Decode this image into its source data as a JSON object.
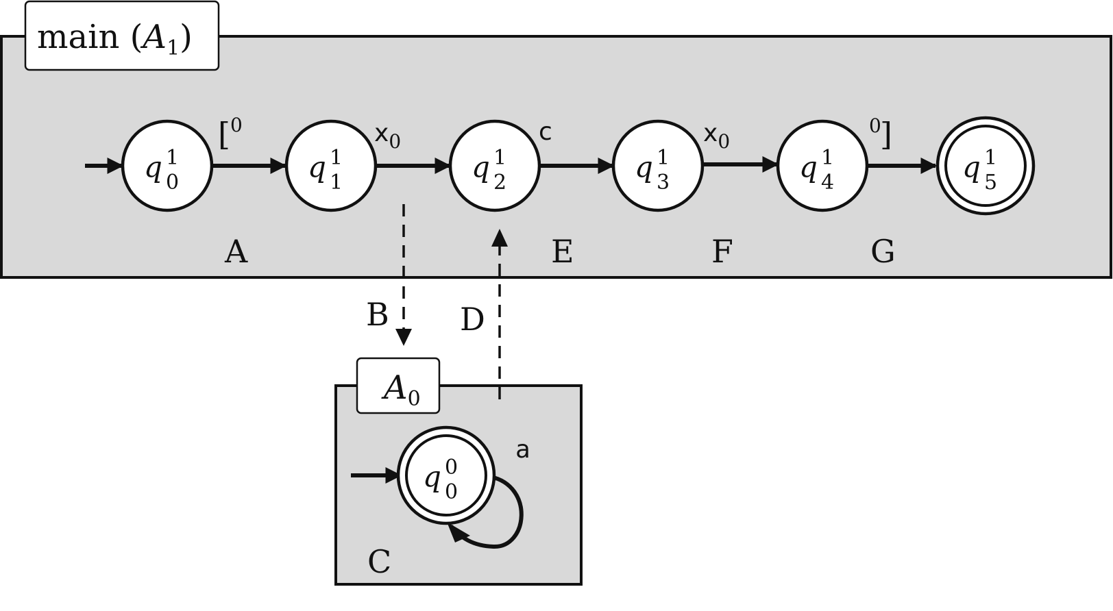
{
  "main_box": {
    "title_text": "main (",
    "title_var": "A",
    "title_sub": "1",
    "title_close": ")"
  },
  "sub_box": {
    "title_var": "A",
    "title_sub": "0"
  },
  "states_main": [
    {
      "name": "q",
      "sup": "1",
      "sub": "0"
    },
    {
      "name": "q",
      "sup": "1",
      "sub": "1"
    },
    {
      "name": "q",
      "sup": "1",
      "sub": "2"
    },
    {
      "name": "q",
      "sup": "1",
      "sub": "3"
    },
    {
      "name": "q",
      "sup": "1",
      "sub": "4"
    },
    {
      "name": "q",
      "sup": "1",
      "sub": "5"
    }
  ],
  "state_sub": {
    "name": "q",
    "sup": "0",
    "sub": "0"
  },
  "edge_labels": {
    "e01_bracket": "[",
    "e01_sup": "0",
    "e12_main": "x",
    "e12_sub": "0",
    "e23": "c",
    "e34_main": "x",
    "e34_sub": "0",
    "e45_sup": "0",
    "e45_bracket": "]",
    "self_loop": "a"
  },
  "region_labels": {
    "A": "A",
    "B": "B",
    "C": "C",
    "D": "D",
    "E": "E",
    "F": "F",
    "G": "G"
  }
}
